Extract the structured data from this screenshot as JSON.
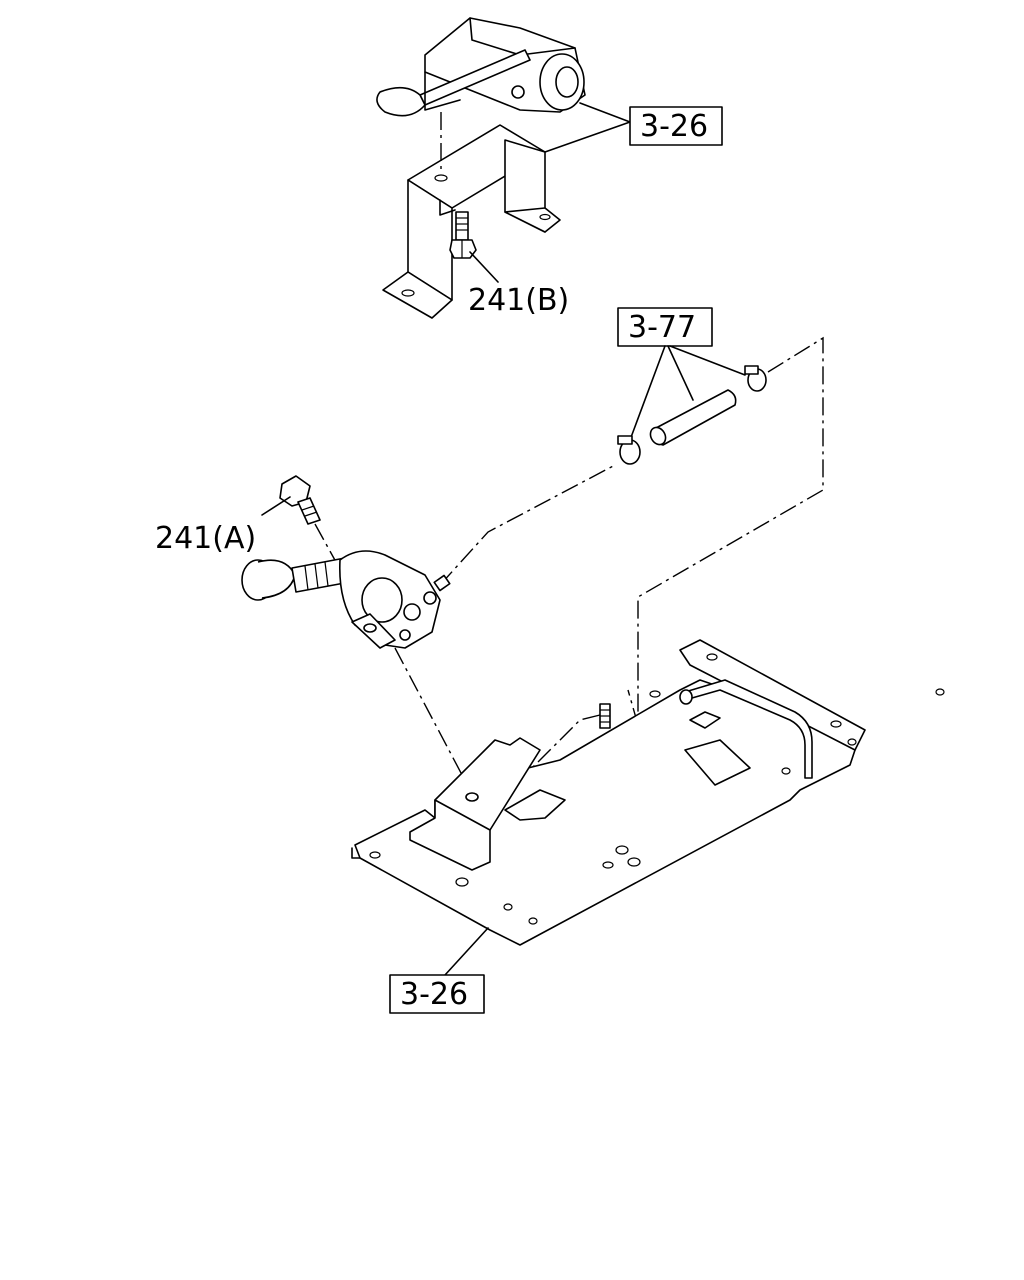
{
  "callouts": {
    "ref_top": "3-26",
    "ref_hose": "3-77",
    "ref_bottom": "3-26",
    "bolt_a": "241(A)",
    "bolt_b": "241(B)"
  }
}
